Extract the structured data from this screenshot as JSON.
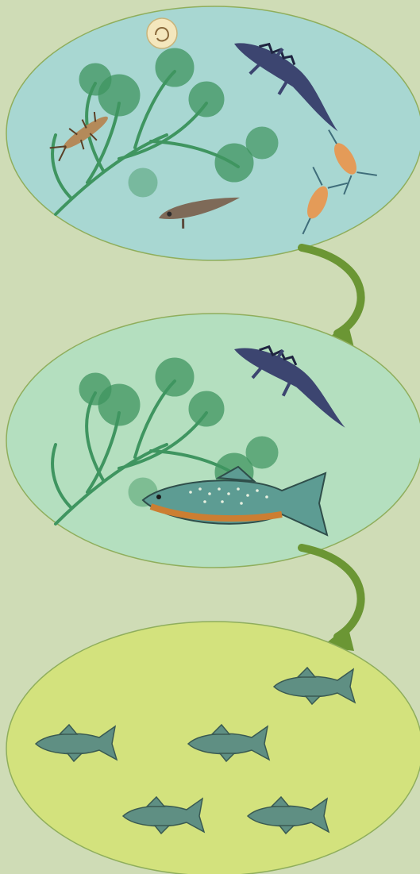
{
  "colors": {
    "background": "#cfdcb6",
    "panel_1_fill": "#a8d7d2",
    "panel_2_fill": "#b4dfbf",
    "panel_3_fill": "#d3e27d",
    "panel_stroke": "#8fae5c",
    "arrow": "#6b9634",
    "plant": "#3f9560",
    "newt": "#3c4570",
    "newt_crest": "#1f2440",
    "trout_body": "#5d9c93",
    "trout_belly": "#cc7e32",
    "small_fish": "#5f8f83",
    "copepod": "#e49b58",
    "larva": "#b48a5a",
    "tadpole": "#7e6a58",
    "egg": "#f4e7bd"
  },
  "panels": [
    {
      "stage": 1,
      "organisms": [
        "water-plant-icon",
        "newt-icon",
        "insect-larva-icon",
        "copepod-icon",
        "copepod-icon",
        "tadpole-icon",
        "egg-icon"
      ]
    },
    {
      "stage": 2,
      "organisms": [
        "water-plant-icon",
        "newt-icon",
        "trout-icon"
      ]
    },
    {
      "stage": 3,
      "organisms": [
        "small-fish-icon",
        "small-fish-icon",
        "small-fish-icon",
        "small-fish-icon",
        "small-fish-icon"
      ]
    }
  ],
  "arrows": [
    {
      "from": 1,
      "to": 2,
      "icon": "curved-arrow-icon"
    },
    {
      "from": 2,
      "to": 3,
      "icon": "curved-arrow-icon"
    }
  ]
}
